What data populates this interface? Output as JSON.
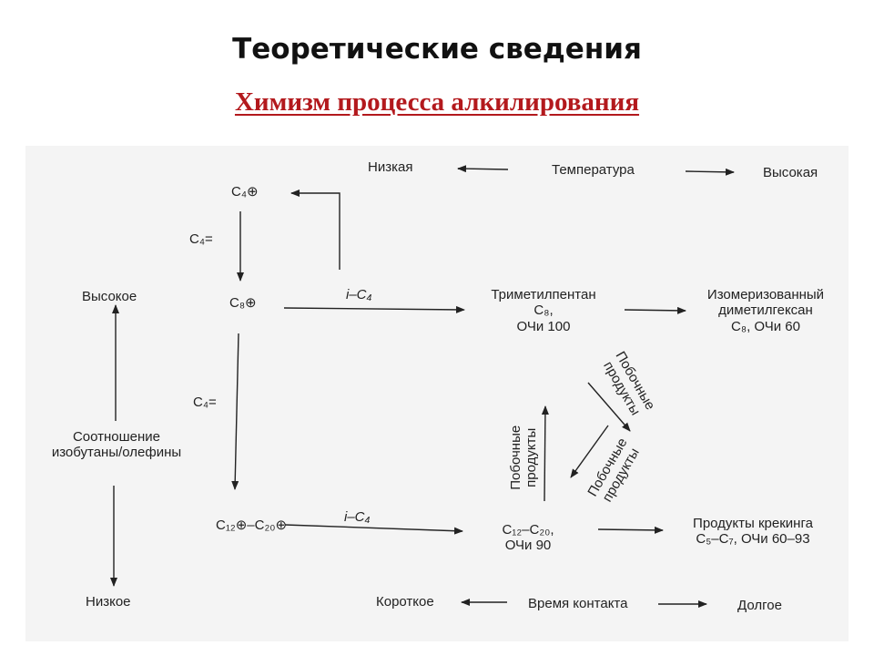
{
  "header": {
    "title": "Теоретические сведения",
    "subtitle": "Химизм процесса алкилирования"
  },
  "diagram": {
    "temperature": {
      "label": "Температура",
      "low": "Низкая",
      "high": "Высокая"
    },
    "ratio": {
      "label_line1": "Соотношение",
      "label_line2": "изобутаны/олефины",
      "high": "Высокое",
      "low": "Низкое"
    },
    "contact_time": {
      "label": "Время контакта",
      "short": "Короткое",
      "long": "Долгое"
    },
    "species": {
      "c4_cation": "C₄⊕",
      "c8_cation": "C₈⊕",
      "c12_c20_cation": "C₁₂⊕–C₂₀⊕",
      "c4_olefin_1": "C₄=",
      "c4_olefin_2": "C₄=",
      "isobutane_1": "i–C₄",
      "isobutane_2": "i–C₄"
    },
    "products": {
      "trimethylpentane": {
        "name": "Триметилпентан",
        "formula": "C₈,",
        "octane": "ОЧи 100"
      },
      "isomerized": {
        "line1": "Изомеризованный",
        "line2": "диметилгексан",
        "line3": "C₈, ОЧи 60"
      },
      "heavy": {
        "formula": "C₁₂–C₂₀,",
        "octane": "ОЧи 90"
      },
      "cracking": {
        "line1": "Продукты крекинга",
        "line2": "C₅–C₇, ОЧи 60–93"
      }
    },
    "byproducts": {
      "a": {
        "line1": "Побочные",
        "line2": "продукты"
      },
      "b": {
        "line1": "Побочные",
        "line2": "продукты"
      },
      "c": {
        "line1": "Побочные",
        "line2": "продукты"
      }
    }
  }
}
